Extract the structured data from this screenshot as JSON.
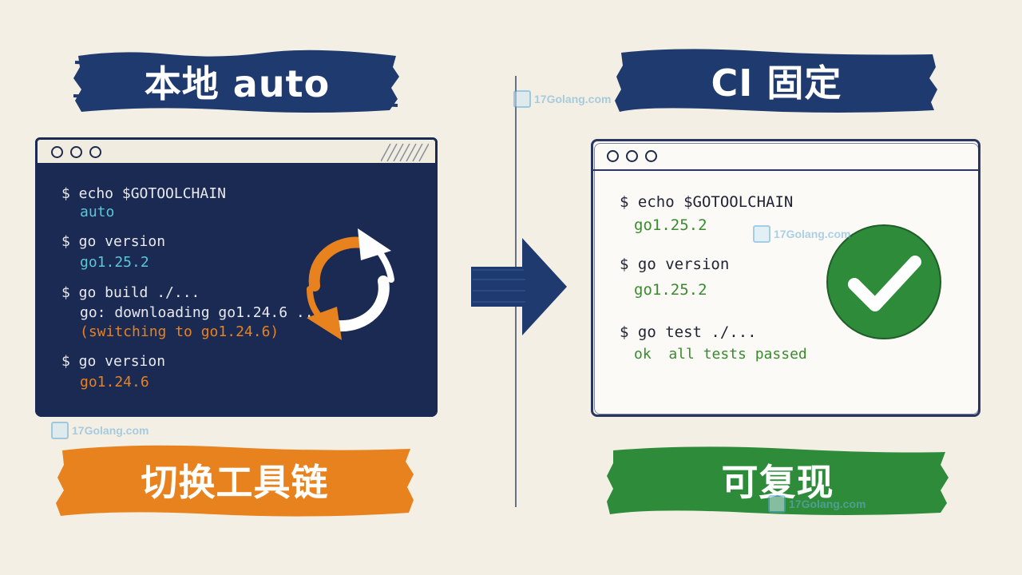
{
  "left": {
    "title": "本地 auto",
    "footer": "切换工具链",
    "lines": {
      "l1": "$ echo $GOTOOLCHAIN",
      "l2": "auto",
      "l3": "$ go version",
      "l4": "go1.25.2",
      "l5": "$ go build ./...",
      "l6": "go: downloading go1.24.6 ...",
      "l7": "(switching to go1.24.6)",
      "l8": "$ go version",
      "l9": "go1.24.6"
    },
    "icon": "sync-arrows-icon"
  },
  "right": {
    "title": "CI 固定",
    "footer": "可复现",
    "lines": {
      "l1": "$ echo $GOTOOLCHAIN",
      "l2": "go1.25.2",
      "l3": "$ go version",
      "l4": "go1.25.2",
      "l5": "$ go test ./...",
      "l6": "ok  all tests passed"
    },
    "icon": "check-circle-icon"
  },
  "arrow_icon": "right-arrow-icon",
  "watermark": "17Golang.com",
  "colors": {
    "navy": "#1e3a6e",
    "orange": "#e8821e",
    "green": "#2e8b3a",
    "cyan": "#5cc6d6",
    "term_green": "#3a8a2e"
  }
}
